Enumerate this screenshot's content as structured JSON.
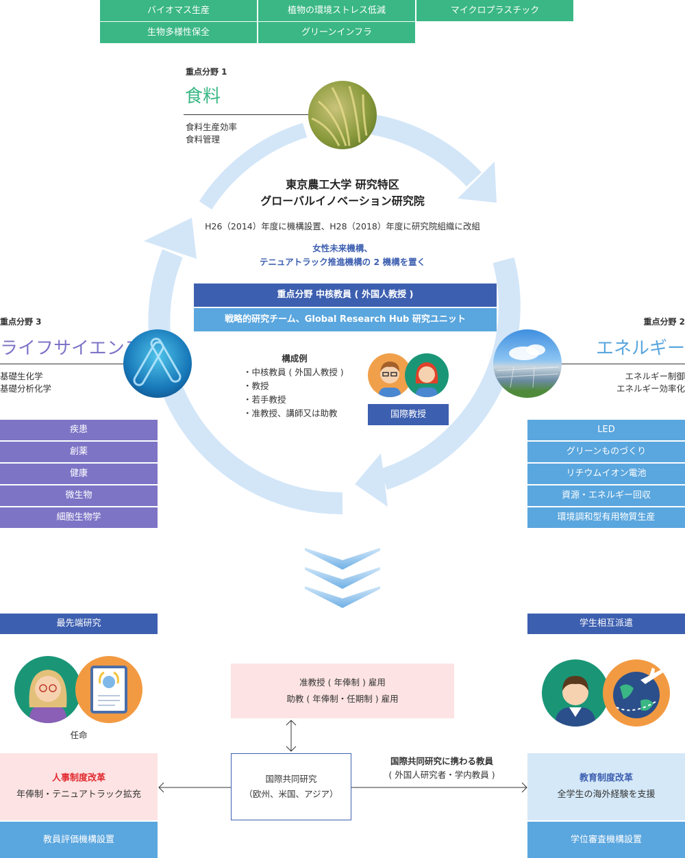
{
  "top_tags": {
    "row1": [
      "バイオマス生産",
      "植物の環境ストレス低減",
      "マイクロプラスチック"
    ],
    "row2": [
      "生物多様性保全",
      "グリーンインフラ"
    ]
  },
  "area1": {
    "label": "重点分野 1",
    "title": "食料",
    "desc1": "食料生産効率",
    "desc2": "食料管理"
  },
  "area2": {
    "label": "重点分野 2",
    "title": "エネルギー",
    "desc1": "エネルギー制御",
    "desc2": "エネルギー効率化",
    "items": [
      "LED",
      "グリーンものづくり",
      "リチウムイオン電池",
      "資源・エネルギー回収",
      "環境調和型有用物質生産"
    ]
  },
  "area3": {
    "label": "重点分野 3",
    "title": "ライフサイエンス",
    "desc1": "基礎生化学",
    "desc2": "基礎分析化学",
    "items": [
      "疾患",
      "創薬",
      "健康",
      "微生物",
      "細胞生物学"
    ]
  },
  "center": {
    "title1": "東京農工大学 研究特区",
    "title2": "グローバルイノベーション研究院",
    "history": "H26（2014）年度に機構設置、H28（2018）年度に研究院組織に改組",
    "org1": "女性未来機構、",
    "org2": "テニュアトラック推進機構の 2 機構を置く",
    "bar1": "重点分野 中核教員 ( 外国人教授 )",
    "bar2": "戦略的研究チーム、Global Research Hub 研究ユニット",
    "composition_title": "構成例",
    "composition": [
      "・中核教員 ( 外国人教授 )",
      "・教授",
      "・若手教授",
      "・准教授、講師又は助教"
    ],
    "intl_prof": "国際教授"
  },
  "bottom": {
    "left_header": "最先端研究",
    "right_header": "学生相互派遣",
    "appoint": "任命",
    "hire1": "准教授 ( 年俸制 ) 雇用",
    "hire2": "助教 ( 年俸制・任期制 ) 雇用",
    "joint1": "国際共同研究",
    "joint2": "（欧州、米国、アジア）",
    "teachers1": "国際共同研究に携わる教員",
    "teachers2": "( 外国人研究者・学内教員 )",
    "hr_title": "人事制度改革",
    "hr_desc": "年俸制・テニュアトラック拡充",
    "hr_bar": "教員評価機構設置",
    "edu_title": "教育制度改革",
    "edu_desc": "全学生の海外経験を支援",
    "edu_bar": "学位審査機構設置"
  },
  "colors": {
    "green": "#3ab784",
    "purple": "#7d74c6",
    "blue": "#5aa6de",
    "navy": "#3d5fb0",
    "pink_bg": "#fde3e3",
    "lightblue_bg": "#d4e8f8",
    "red_text": "#e0282e"
  }
}
